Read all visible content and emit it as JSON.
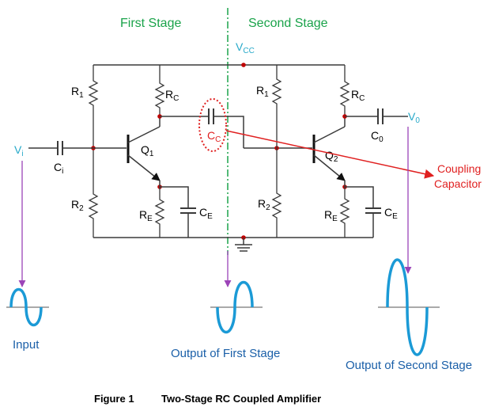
{
  "title": {
    "first_stage": "First Stage",
    "second_stage": "Second Stage"
  },
  "labels": {
    "vcc_main": "V",
    "vcc_sub": "CC",
    "r1_a_main": "R",
    "r1_a_sub": "1",
    "rc_a_main": "R",
    "rc_a_sub": "C",
    "r2_a_main": "R",
    "r2_a_sub": "2",
    "re_a_main": "R",
    "re_a_sub": "E",
    "ce_a_main": "C",
    "ce_a_sub": "E",
    "q1_main": "Q",
    "q1_sub": "1",
    "vi_main": "V",
    "vi_sub": "i",
    "ci_main": "C",
    "ci_sub": "i",
    "cc_main": "C",
    "cc_sub": "C",
    "r1_b_main": "R",
    "r1_b_sub": "1",
    "rc_b_main": "R",
    "rc_b_sub": "C",
    "r2_b_main": "R",
    "r2_b_sub": "2",
    "re_b_main": "R",
    "re_b_sub": "E",
    "ce_b_main": "C",
    "ce_b_sub": "E",
    "q2_main": "Q",
    "q2_sub": "2",
    "c0_main": "C",
    "c0_sub": "0",
    "v0_main": "V",
    "v0_sub": "0"
  },
  "annotations": {
    "coupling_line1": "Coupling",
    "coupling_line2": "Capacitor",
    "input": "Input",
    "output_first": "Output of First Stage",
    "output_second": "Output of Second Stage"
  },
  "caption": {
    "figure": "Figure 1",
    "text": "Two-Stage RC Coupled Amplifier"
  },
  "colors": {
    "wire": "#3a3a3a",
    "node": "#c00000",
    "stage_label": "#1aa34a",
    "wave": "#1b9ad6",
    "signal_label": "#27a9c9",
    "annotation": "#e02020",
    "output_text": "#1a5fa8",
    "arrow": "#9c44b8"
  }
}
